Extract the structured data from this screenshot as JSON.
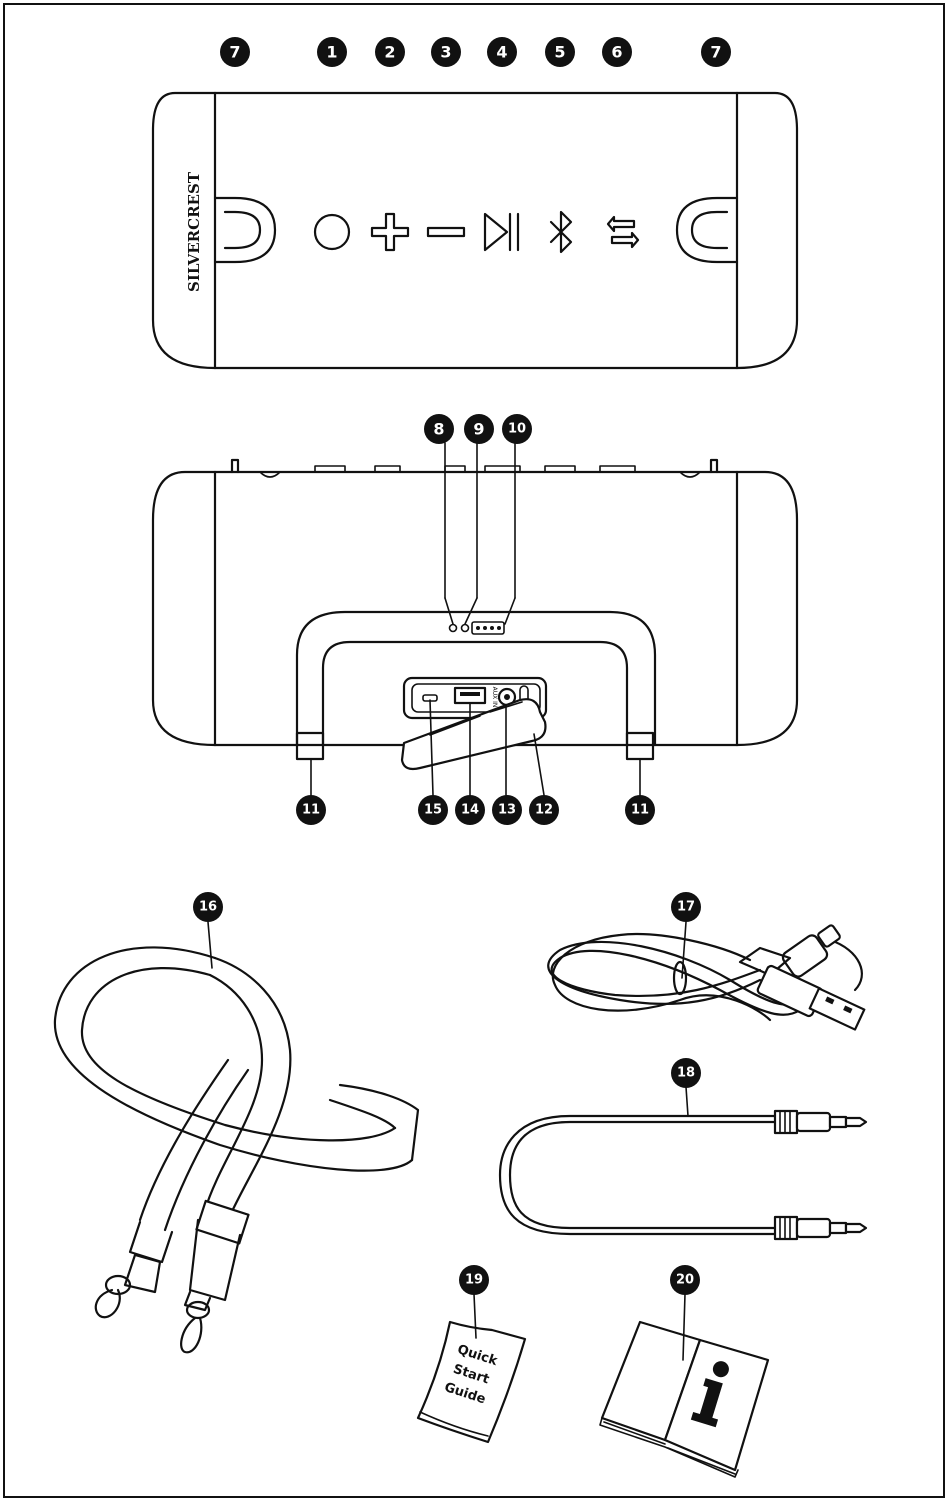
{
  "brand": {
    "logo_text": "SILVERCREST",
    "trademark": "®"
  },
  "port_label": "AUX IN",
  "quick_start": {
    "lines": [
      "Quick",
      "Start",
      "Guide"
    ]
  },
  "manual_icon": "info-icon",
  "callouts": {
    "top": [
      "7",
      "1",
      "2",
      "3",
      "4",
      "5",
      "6",
      "7"
    ],
    "back_top": [
      "8",
      "9",
      "10"
    ],
    "back_bottom": [
      "11",
      "15",
      "14",
      "13",
      "12",
      "11"
    ],
    "strap": "16",
    "usb_cable": "17",
    "aux_cable": "18",
    "quick_guide": "19",
    "manual": "20"
  },
  "colors": {
    "ink": "#111111",
    "paper": "#ffffff"
  }
}
